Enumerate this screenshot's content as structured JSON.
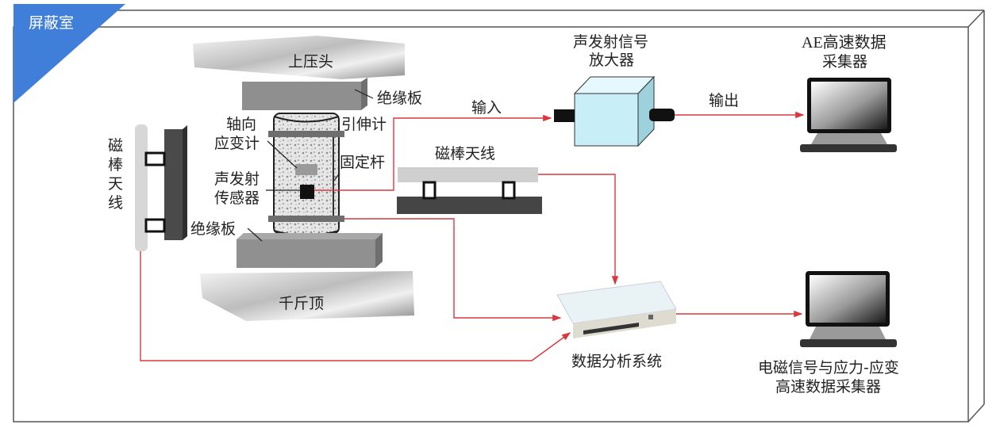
{
  "room": {
    "label": "屏蔽室",
    "accent": "#3f7fd9"
  },
  "labels": {
    "upper_press_head": "上压头",
    "insulation_top": "绝缘板",
    "extensometer": "引伸计",
    "axial_strain_gauge_l1": "轴向",
    "axial_strain_gauge_l2": "应变计",
    "ae_sensor_l1": "声发射",
    "ae_sensor_l2": "传感器",
    "fixing_rod": "固定杆",
    "insulation_bottom": "绝缘板",
    "jack": "千斤顶",
    "mag_antenna_left": [
      "磁",
      "棒",
      "天",
      "线"
    ],
    "mag_antenna_mid": "磁棒天线",
    "amplifier_l1": "声发射信号",
    "amplifier_l2": "放大器",
    "input": "输入",
    "output": "输出",
    "ae_daq_l1": "AE高速数据",
    "ae_daq_l2": "采集器",
    "analysis_system": "数据分析系统",
    "em_daq_l1": "电磁信号与应力-应变",
    "em_daq_l2": "高速数据采集器"
  },
  "colors": {
    "wire": "#d9383e",
    "amplifier": "#c8eef7"
  }
}
